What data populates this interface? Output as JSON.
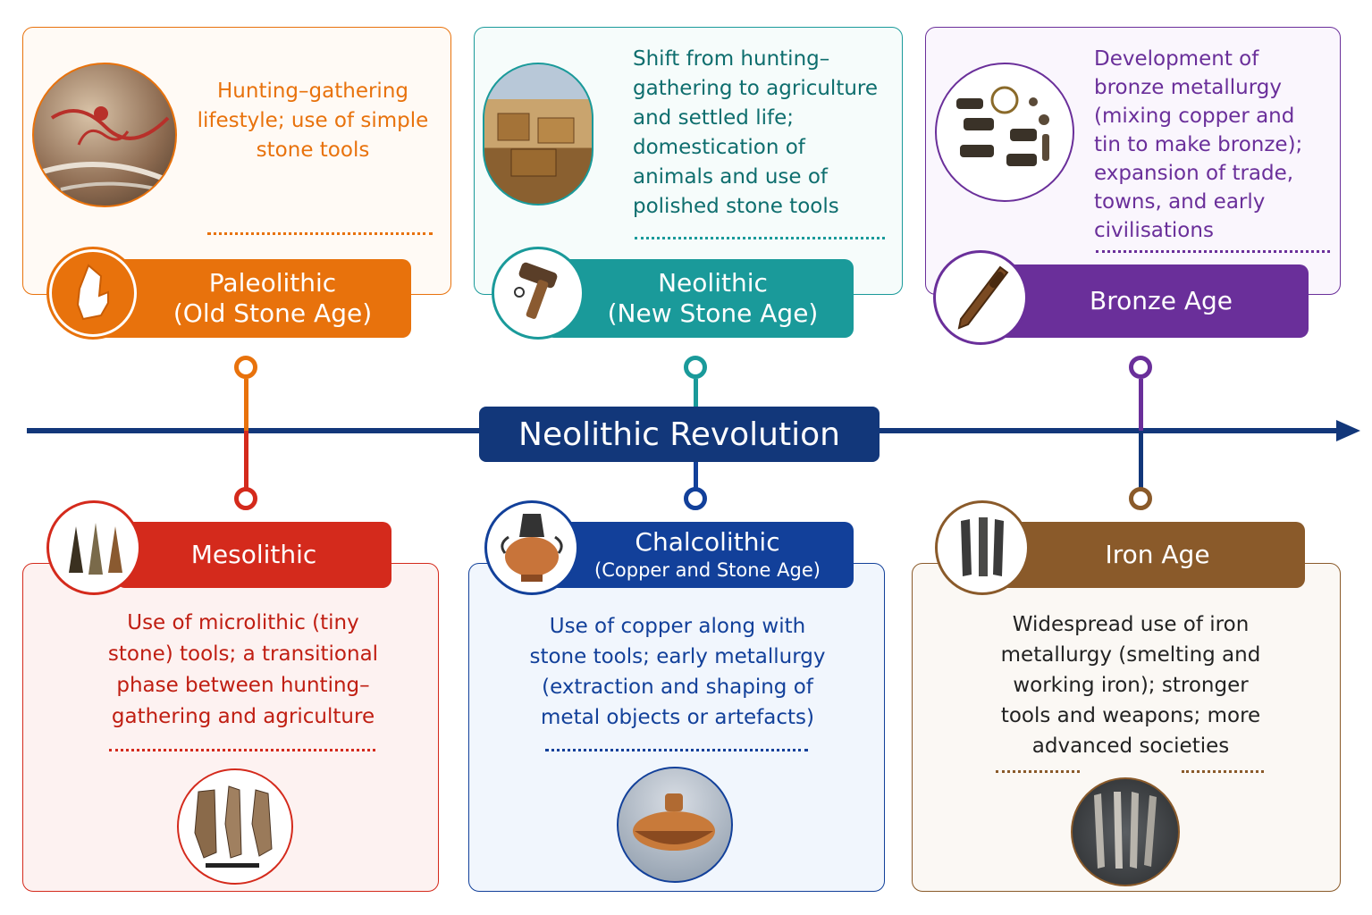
{
  "title": "Neolithic Revolution",
  "colors": {
    "paleolithic": "#e8720c",
    "neolithic": "#1a9a9a",
    "bronze": "#6a2f9a",
    "mesolithic": "#d42a1c",
    "chalcolithic": "#12409a",
    "iron": "#8a5a2a",
    "axis": "#12377a"
  },
  "periods": {
    "paleolithic": {
      "name": "Paleolithic",
      "subtitle": "(Old Stone Age)",
      "description": "Hunting–gathering lifestyle; use of simple stone tools",
      "icon": "hand-axe-icon"
    },
    "neolithic": {
      "name": "Neolithic",
      "subtitle": "(New Stone Age)",
      "description": "Shift from hunting–gathering to agriculture and settled life; domestication of animals and use of polished stone tools",
      "icon": "stone-hammer-icon"
    },
    "bronze": {
      "name": "Bronze Age",
      "description": "Development of bronze metallurgy (mixing copper and tin to make bronze); expansion of trade, towns, and early civilisations",
      "icon": "bronze-dagger-icon"
    },
    "mesolithic": {
      "name": "Mesolithic",
      "description": "Use of microlithic (tiny stone) tools; a transitional phase between hunting–gathering and agriculture",
      "icon": "microlith-points-icon"
    },
    "chalcolithic": {
      "name": "Chalcolithic",
      "subtitle": "(Copper and Stone Age)",
      "description": "Use of copper along with stone tools; early metallurgy (extraction and shaping of metal objects or artefacts)",
      "icon": "copper-pot-icon"
    },
    "iron": {
      "name": "Iron Age",
      "description": "Widespread use of iron metallurgy (smelting and working iron); stronger tools and weapons; more advanced societies",
      "icon": "iron-blades-icon"
    }
  }
}
